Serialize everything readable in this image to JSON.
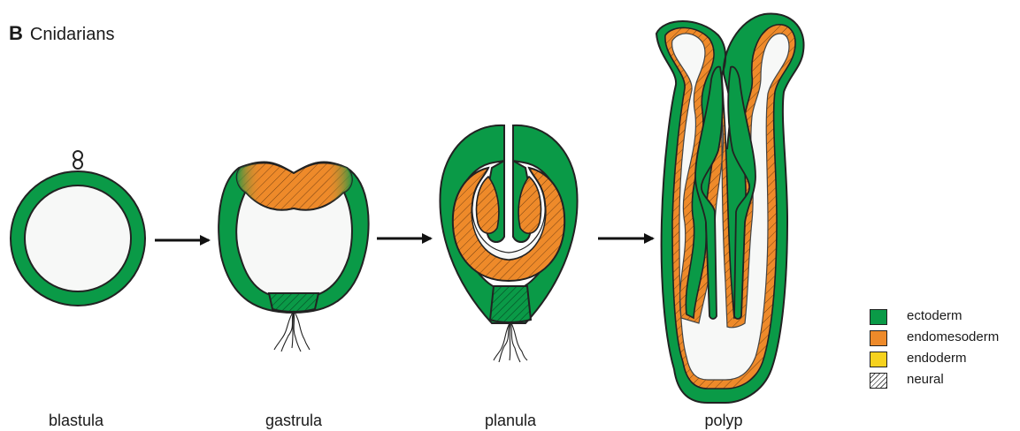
{
  "panel": {
    "letter": "B",
    "title": "Cnidarians"
  },
  "stages": [
    {
      "id": "blastula",
      "label": "blastula"
    },
    {
      "id": "gastrula",
      "label": "gastrula"
    },
    {
      "id": "planula",
      "label": "planula"
    },
    {
      "id": "polyp",
      "label": "polyp"
    }
  ],
  "legend": [
    {
      "id": "ectoderm",
      "label": "ectoderm",
      "color": "#0a9a47"
    },
    {
      "id": "endomesoderm",
      "label": "endomesoderm",
      "color": "#ee8a2a"
    },
    {
      "id": "endoderm",
      "label": "endoderm",
      "color": "#f6d21e"
    },
    {
      "id": "neural",
      "label": "neural",
      "color": "hatched"
    }
  ],
  "colors": {
    "ectoderm": "#0a9a47",
    "endomesoderm": "#ee8a2a",
    "endoderm": "#f6d21e",
    "cavity": "#f7f8f7",
    "outline": "#222222"
  }
}
